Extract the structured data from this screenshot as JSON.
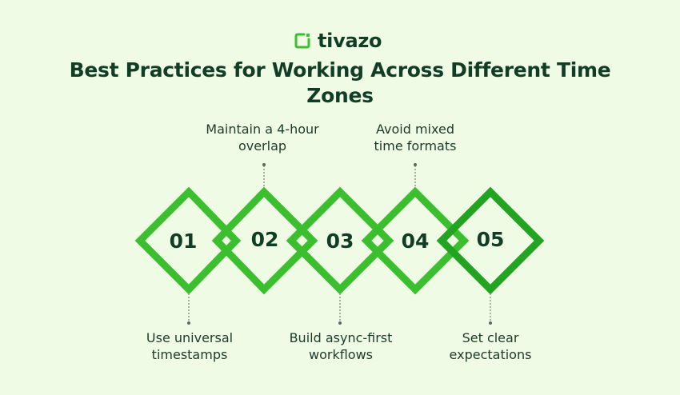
{
  "brand": {
    "name": "tivazo",
    "icon": "square-bracket-logo-icon",
    "accent_color": "#3cbf2f"
  },
  "title": "Best Practices for Working Across Different Time Zones",
  "steps": [
    {
      "number": "01",
      "lines": [
        "Use universal",
        "timestamps"
      ],
      "position": "bottom",
      "color": "#3cbf2f"
    },
    {
      "number": "02",
      "lines": [
        "Maintain a 4-hour",
        "overlap"
      ],
      "position": "top",
      "color": "#3cbf2f"
    },
    {
      "number": "03",
      "lines": [
        "Build async-first",
        "workflows"
      ],
      "position": "bottom",
      "color": "#3cbf2f"
    },
    {
      "number": "04",
      "lines": [
        "Avoid mixed",
        "time formats"
      ],
      "position": "top",
      "color": "#3cbf2f"
    },
    {
      "number": "05",
      "lines": [
        "Set clear",
        "expectations"
      ],
      "position": "bottom",
      "color": "#23a322"
    }
  ],
  "colors": {
    "background": "#f0fbe6",
    "text": "#123d25",
    "connector": "#5a6a5e"
  }
}
